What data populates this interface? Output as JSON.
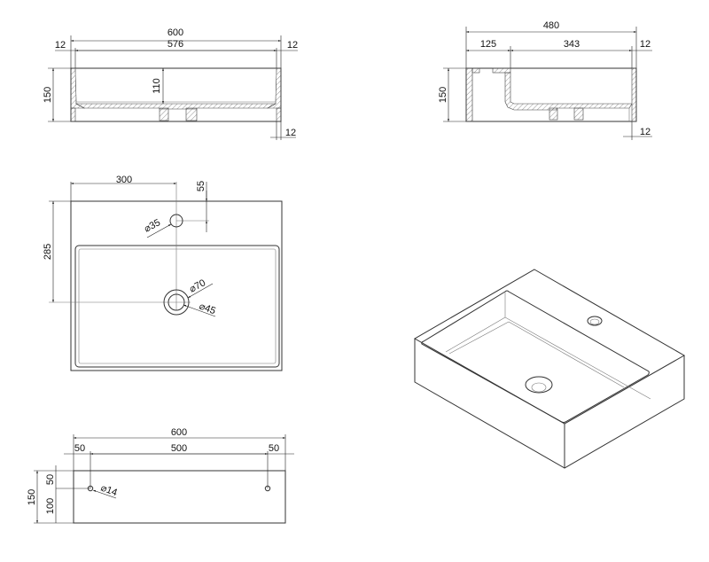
{
  "front_section": {
    "overall_width": "600",
    "inner_width": "576",
    "wall_left": "12",
    "wall_right": "12",
    "height": "150",
    "basin_depth": "110",
    "bottom_thickness": "12"
  },
  "side_section": {
    "overall_depth": "480",
    "deck_depth": "125",
    "basin_depth": "343",
    "wall_right": "12",
    "height": "150",
    "bottom_thickness": "12"
  },
  "plan_view": {
    "tap_offset_x": "300",
    "tap_offset_y": "55",
    "drain_offset_y": "285",
    "tap_hole_diameter": "⌀35",
    "drain_outer_diameter": "⌀70",
    "drain_inner_diameter": "⌀45"
  },
  "back_view": {
    "overall_width": "600",
    "edge_left": "50",
    "hole_spacing": "500",
    "edge_right": "50",
    "height": "150",
    "hole_from_top": "50",
    "hole_from_bottom": "100",
    "hole_diameter": "⌀14"
  },
  "colors": {
    "line": "#333333",
    "background": "#ffffff"
  }
}
